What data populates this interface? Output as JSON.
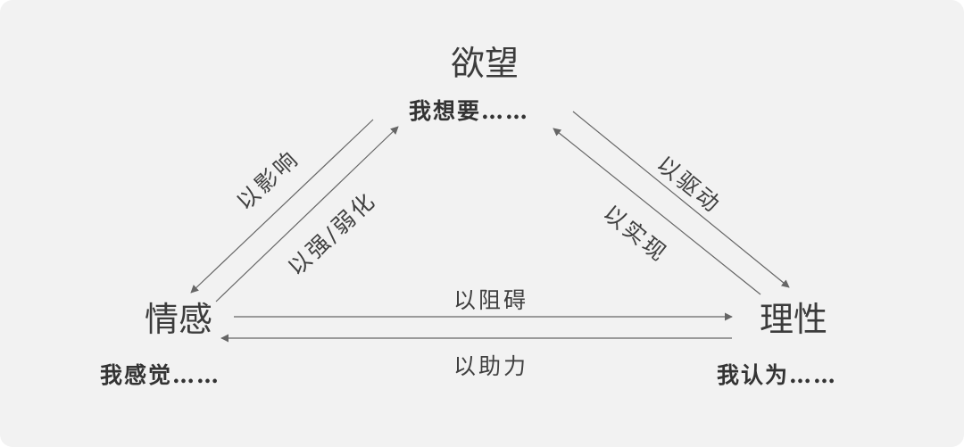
{
  "nodes": {
    "desire": {
      "label": "欲望",
      "phrase": "我想要……"
    },
    "emotion": {
      "label": "情感",
      "phrase": "我感觉……"
    },
    "reason": {
      "label": "理性",
      "phrase": "我认为……"
    }
  },
  "edges": {
    "desire_to_emotion": "以影响",
    "emotion_to_desire": "以强/弱化",
    "desire_to_reason": "以驱动",
    "reason_to_desire": "以实现",
    "emotion_to_reason": "以阻碍",
    "reason_to_emotion": "以助力"
  },
  "colors": {
    "background": "#f2f2f2",
    "arrow": "#666666",
    "text": "#3a3a3a"
  }
}
